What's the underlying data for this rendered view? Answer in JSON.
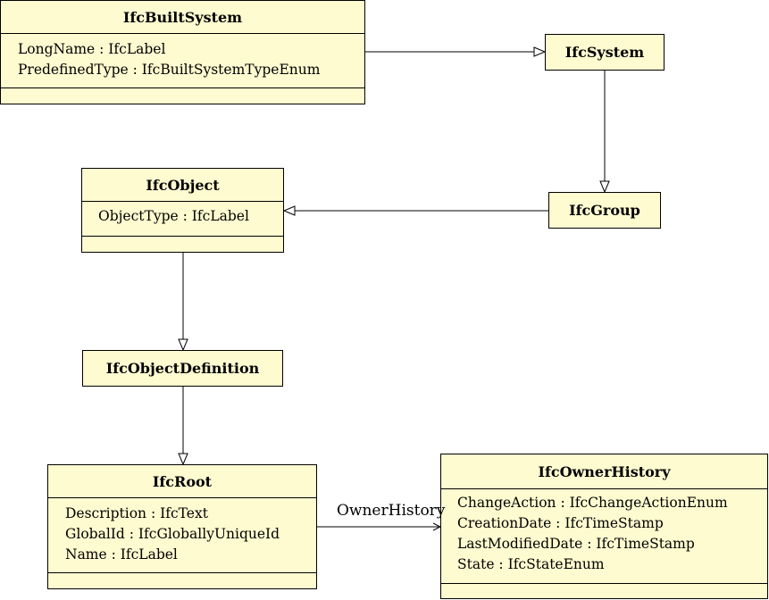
{
  "classes": {
    "builtSystem": {
      "name": "IfcBuiltSystem",
      "attrs": [
        "LongName : IfcLabel",
        "PredefinedType : IfcBuiltSystemTypeEnum"
      ]
    },
    "system": {
      "name": "IfcSystem"
    },
    "object": {
      "name": "IfcObject",
      "attrs": [
        "ObjectType : IfcLabel"
      ]
    },
    "group": {
      "name": "IfcGroup"
    },
    "objectDefinition": {
      "name": "IfcObjectDefinition"
    },
    "root": {
      "name": "IfcRoot",
      "attrs": [
        "Description : IfcText",
        "GlobalId : IfcGloballyUniqueId",
        "Name : IfcLabel"
      ]
    },
    "ownerHistory": {
      "name": "IfcOwnerHistory",
      "attrs": [
        "ChangeAction : IfcChangeActionEnum",
        "CreationDate : IfcTimeStamp",
        "LastModifiedDate : IfcTimeStamp",
        "State : IfcStateEnum"
      ]
    }
  },
  "associations": {
    "ownerHistory": {
      "label": "OwnerHistory"
    }
  },
  "colors": {
    "classFill": "#fffbd0",
    "line": "#000000"
  }
}
